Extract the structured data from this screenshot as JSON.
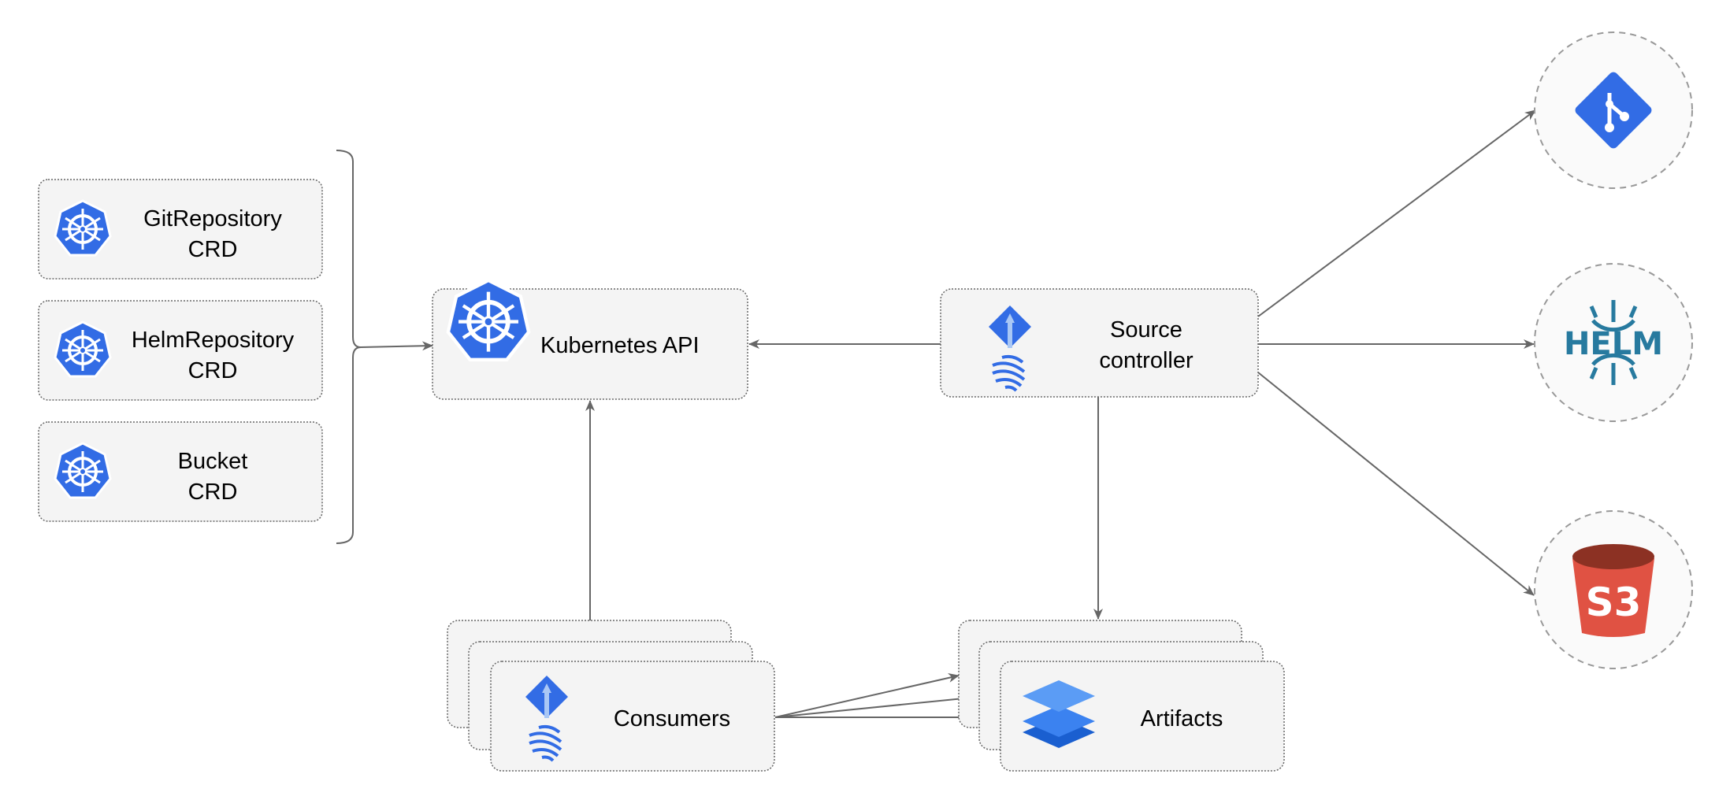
{
  "crds": [
    {
      "line1": "GitRepository",
      "line2": "CRD"
    },
    {
      "line1": "HelmRepository",
      "line2": "CRD"
    },
    {
      "line1": "Bucket",
      "line2": "CRD"
    }
  ],
  "kubernetes_api": {
    "label": "Kubernetes API"
  },
  "source_controller": {
    "line1": "Source",
    "line2": "controller"
  },
  "consumers": {
    "label": "Consumers"
  },
  "artifacts": {
    "label": "Artifacts"
  },
  "external_sources": {
    "helm_logo_text": "HELM",
    "s3_logo_text": "S3"
  },
  "icons": [
    "kubernetes-icon",
    "flux-icon",
    "git-icon",
    "helm-icon",
    "s3-bucket-icon",
    "layers-icon"
  ],
  "colors": {
    "kubernetes_blue": "#326ce5",
    "helm_teal": "#277a9f",
    "s3_red": "#e05243",
    "s3_dark": "#8c3123",
    "edge": "#666666"
  }
}
